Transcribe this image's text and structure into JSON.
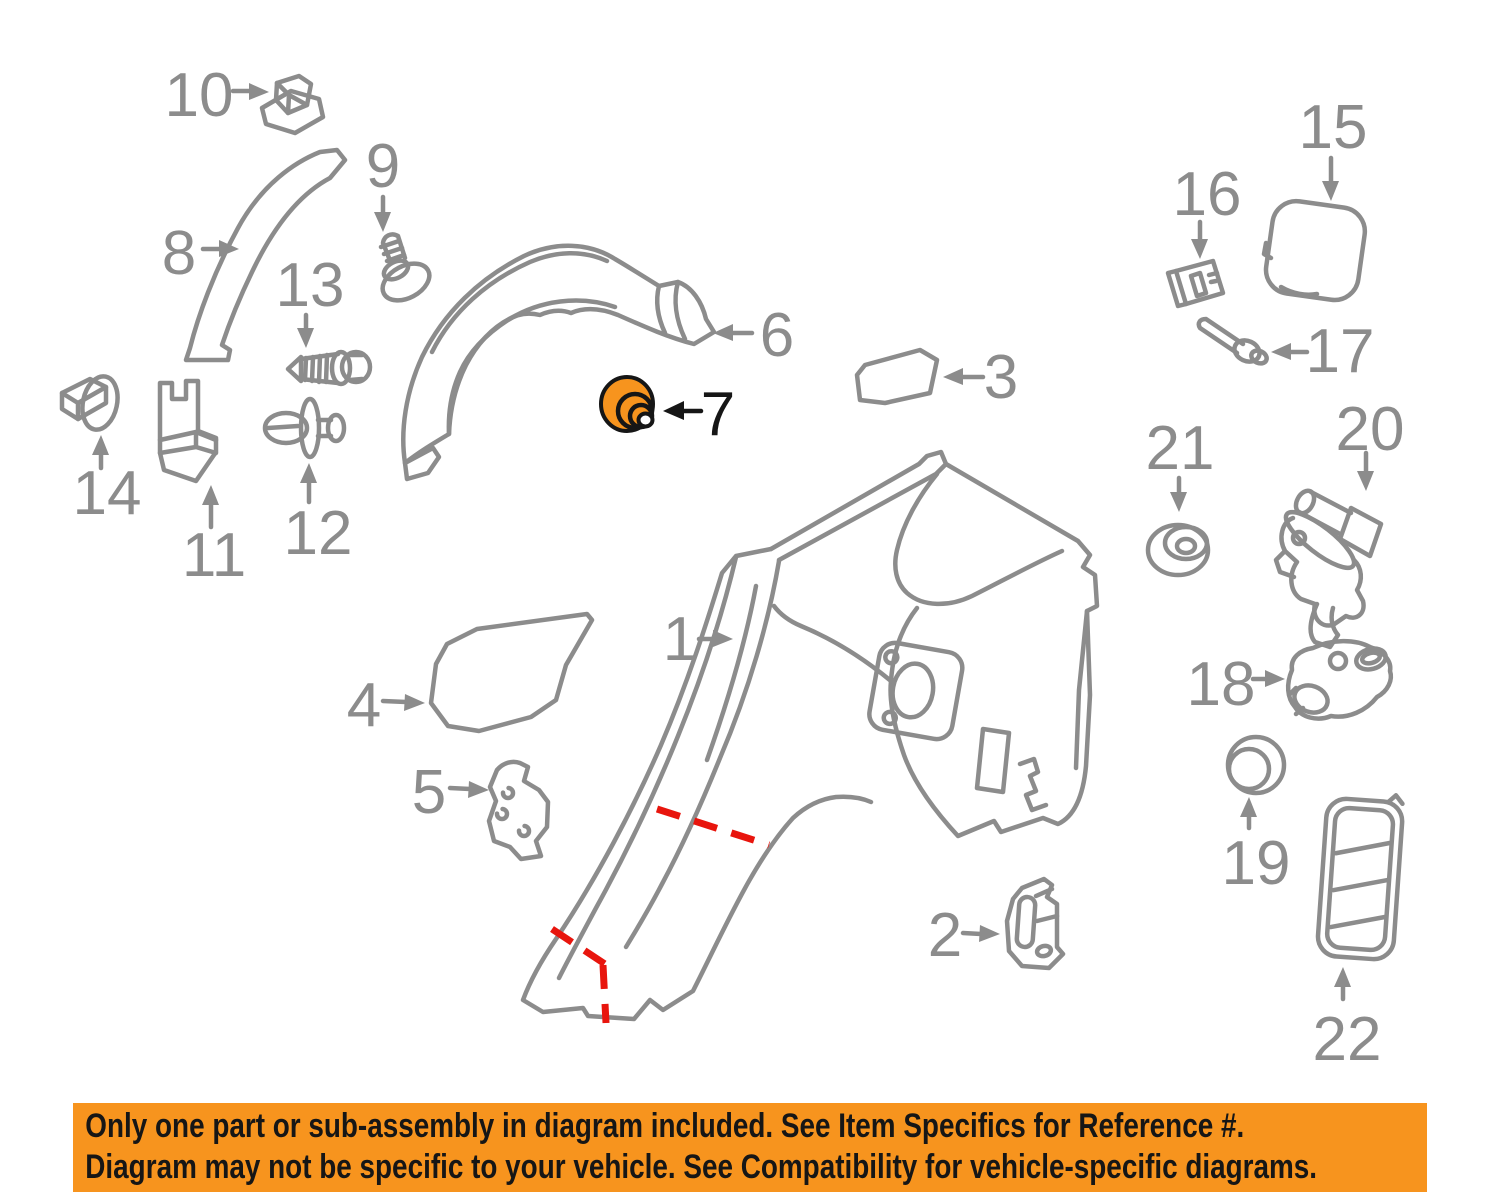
{
  "image": {
    "type": "exploded-parts-diagram",
    "subject": "Rear quarter panel and related components",
    "background_color": "#ffffff",
    "line_color": "#8c8c8c",
    "callouts": [
      "1",
      "2",
      "3",
      "4",
      "5",
      "6",
      "7",
      "8",
      "9",
      "10",
      "11",
      "12",
      "13",
      "14",
      "15",
      "16",
      "17",
      "18",
      "19",
      "20",
      "21",
      "22"
    ],
    "highlighted_part": {
      "callout": "7",
      "fill_color": "#f7941e",
      "outline_color": "#161616"
    }
  },
  "banner": {
    "background_color": "#f7941e",
    "text_color": "#161616",
    "line1": "Only one part or sub-assembly in diagram included. See Item Specifics for Reference #.",
    "line2": "Diagram may not be specific to your vehicle. See Compatibility for vehicle-specific diagrams."
  }
}
